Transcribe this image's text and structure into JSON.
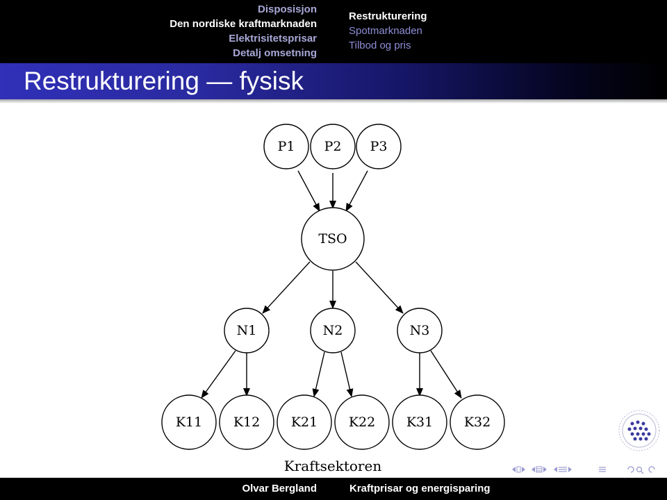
{
  "headline": {
    "left_sections": [
      {
        "label": "Disposisjon",
        "active": false
      },
      {
        "label": "Den nordiske kraftmarknaden",
        "active": true
      },
      {
        "label": "Elektrisitetsprisar",
        "active": false
      },
      {
        "label": "Detalj omsetning",
        "active": false
      }
    ],
    "right_subsections": [
      {
        "label": "Restrukturering",
        "active": true
      },
      {
        "label": "Spotmarknaden",
        "active": false
      },
      {
        "label": "Tilbod og pris",
        "active": false
      }
    ]
  },
  "frame": {
    "title": "Restrukturering — fysisk"
  },
  "diagram": {
    "caption": "Kraftsektoren",
    "nodes": {
      "P1": "P1",
      "P2": "P2",
      "P3": "P3",
      "TSO": "TSO",
      "N1": "N1",
      "N2": "N2",
      "N3": "N3",
      "K11": "K11",
      "K12": "K12",
      "K21": "K21",
      "K22": "K22",
      "K31": "K31",
      "K32": "K32"
    }
  },
  "footline": {
    "author": "Olvar Bergland",
    "title": "Kraftprisar og energisparing"
  },
  "colors": {
    "header_bg": "#000000",
    "title_gradient_start": "#3030b8",
    "dim_nav": "#a8a8d8"
  },
  "icons": [
    "university-seal-icon",
    "beamer-navigation-icons"
  ]
}
